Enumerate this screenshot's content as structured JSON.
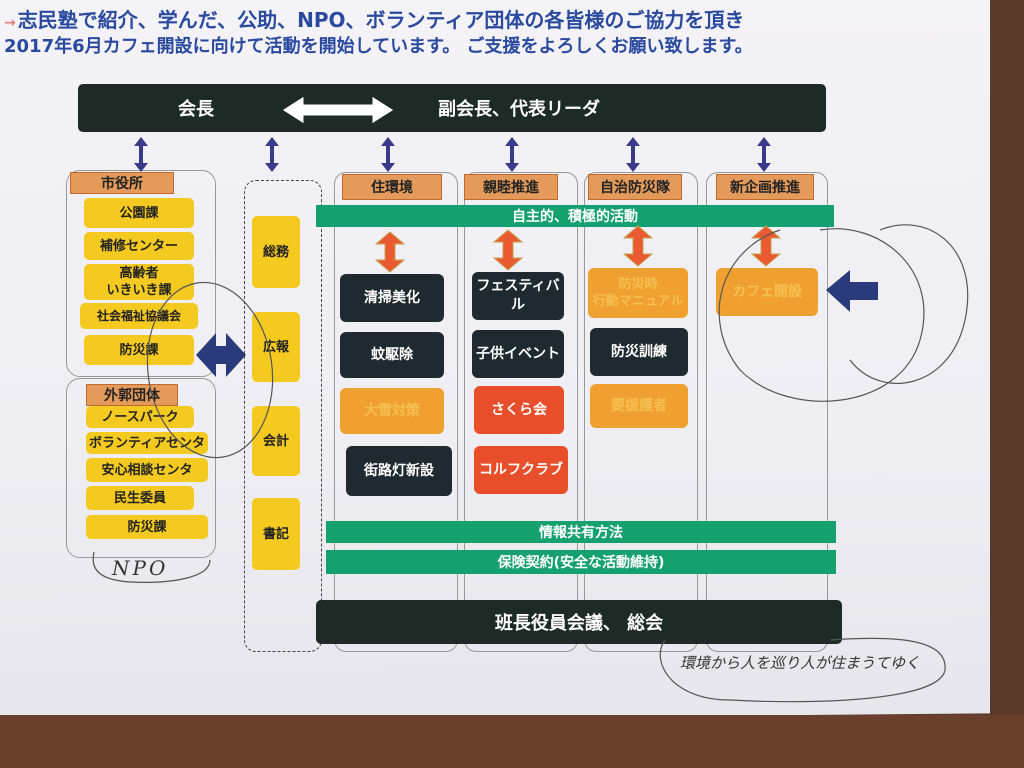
{
  "intro": {
    "line1": "志民塾で紹介、学んだ、公助、NPO、ボランティア団体の各皆様のご協力を頂き",
    "line2": "2017年6月カフェ開設に向けて活動を開始しています。 ご支援をよろしくお願い致します。"
  },
  "top_bar": {
    "left": "会長",
    "right": "副会長、代表リーダ"
  },
  "city_office": {
    "title": "市役所",
    "items": [
      "公園課",
      "補修センター",
      "高齢者\nいきいき課",
      "社会福祉協議会",
      "防災課"
    ]
  },
  "external": {
    "title": "外郭団体",
    "items": [
      "ノースパーク",
      "ボランティアセンタ",
      "安心相談センタ",
      "民生委員",
      "防災課"
    ]
  },
  "admin": {
    "items": [
      "総務",
      "広報",
      "会計",
      "書記"
    ]
  },
  "columns": [
    {
      "label": "住環境",
      "activities": [
        "清掃美化",
        "蚊駆除",
        "大雪対策",
        "街路灯新設"
      ]
    },
    {
      "label": "親睦推進",
      "activities": [
        "フェスティバル",
        "子供イベント",
        "さくら会",
        "コルフクラブ"
      ]
    },
    {
      "label": "自治防災隊",
      "activities": [
        "防災時\n行動マニュアル",
        "防災訓練",
        "要援護者"
      ]
    },
    {
      "label": "新企画推進",
      "activities": [
        "カフェ開設"
      ]
    }
  ],
  "green_bars": {
    "active": "自主的、積極的活動",
    "info": "情報共有方法",
    "insurance": "保険契約(安全な活動維持)"
  },
  "bottom_bar": "班長役員会議、 総会",
  "handwriting": {
    "npo": "NPO",
    "note": "環境から人を巡り人が住まうてゆく"
  },
  "colors": {
    "dark": "#1e2a26",
    "green": "#15a070",
    "yellow": "#f4c920",
    "orange": "#e49a5a",
    "red": "#e84e2a",
    "arrow": "#3a3a8a"
  }
}
